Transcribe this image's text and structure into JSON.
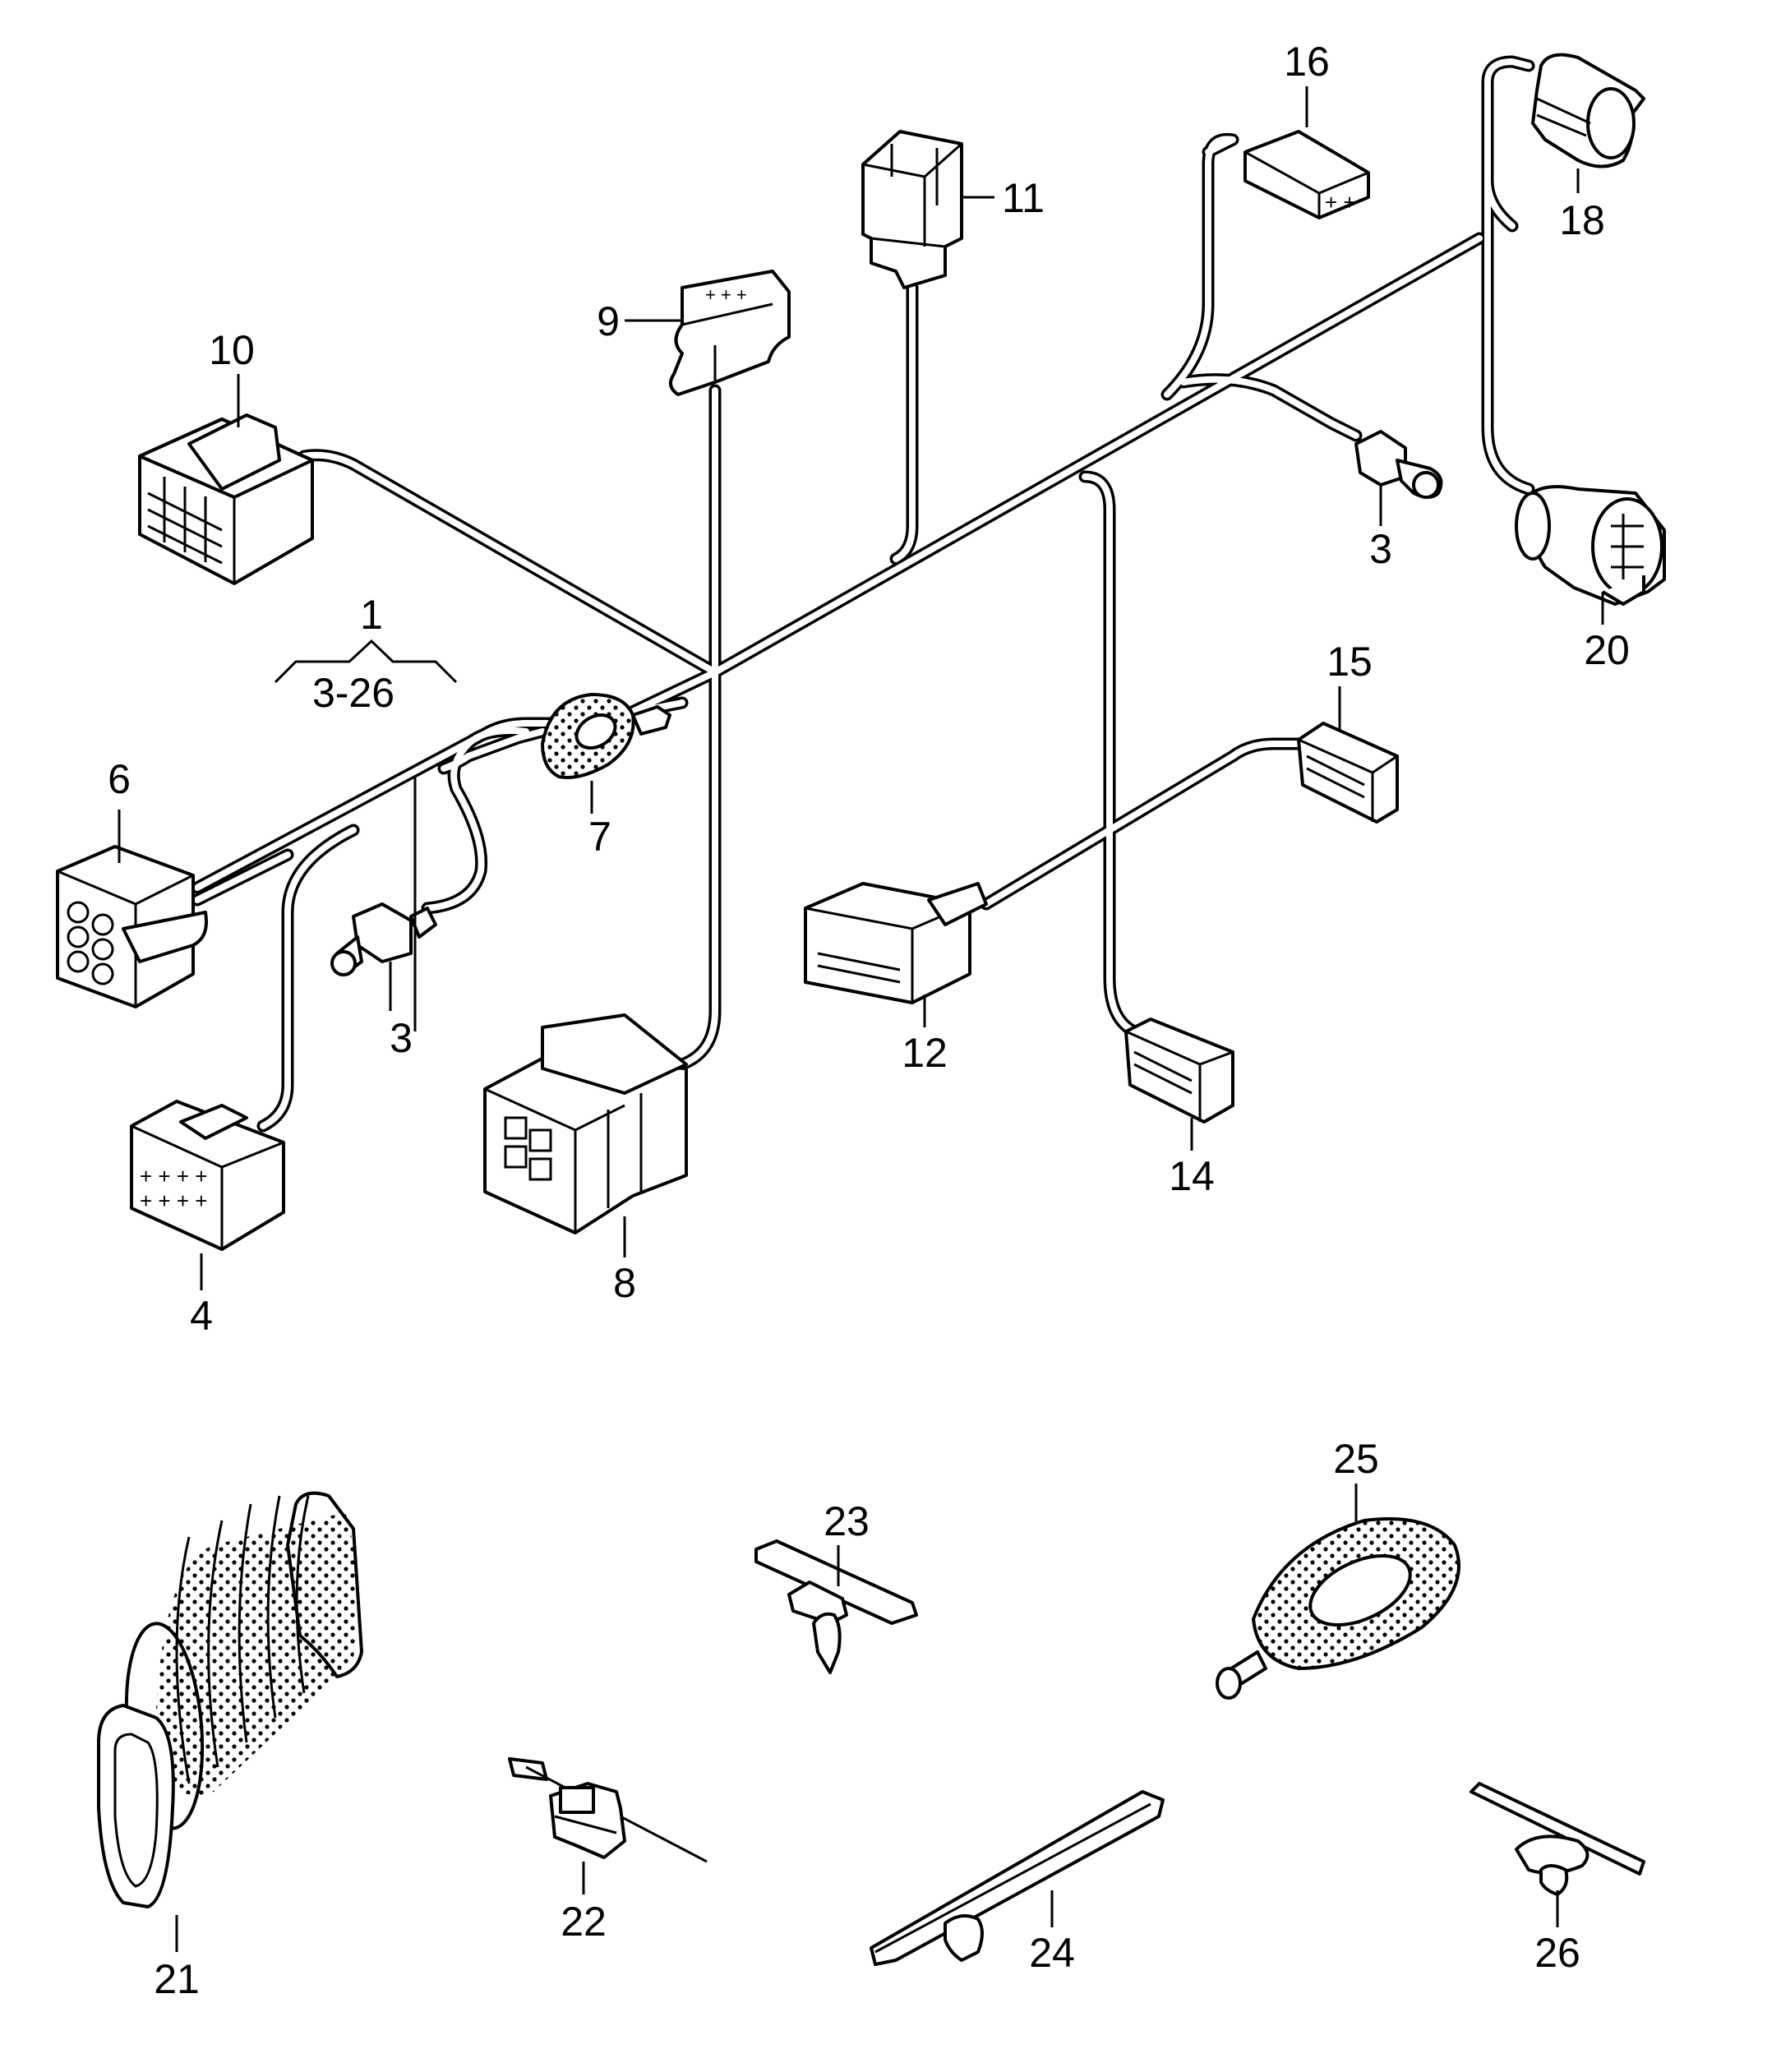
{
  "callouts": [
    {
      "id": "1",
      "text": "1"
    },
    {
      "id": "range",
      "text": "3-26"
    },
    {
      "id": "3a",
      "text": "3"
    },
    {
      "id": "3b",
      "text": "3"
    },
    {
      "id": "4",
      "text": "4"
    },
    {
      "id": "6",
      "text": "6"
    },
    {
      "id": "7",
      "text": "7"
    },
    {
      "id": "8",
      "text": "8"
    },
    {
      "id": "9",
      "text": "9"
    },
    {
      "id": "10",
      "text": "10"
    },
    {
      "id": "11",
      "text": "11"
    },
    {
      "id": "12",
      "text": "12"
    },
    {
      "id": "14",
      "text": "14"
    },
    {
      "id": "15",
      "text": "15"
    },
    {
      "id": "16",
      "text": "16"
    },
    {
      "id": "18",
      "text": "18"
    },
    {
      "id": "20",
      "text": "20"
    },
    {
      "id": "21",
      "text": "21"
    },
    {
      "id": "22",
      "text": "22"
    },
    {
      "id": "23",
      "text": "23"
    },
    {
      "id": "24",
      "text": "24"
    },
    {
      "id": "25",
      "text": "25"
    },
    {
      "id": "26",
      "text": "26"
    }
  ],
  "colors": {
    "line": "#000000",
    "background": "#ffffff"
  }
}
